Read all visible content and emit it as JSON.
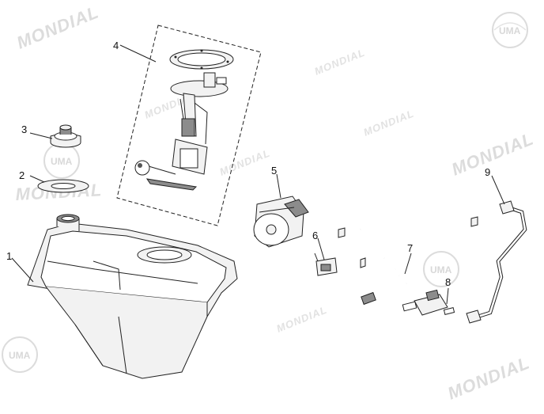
{
  "watermarks": {
    "brand": "MONDIAL",
    "logo": "UMA"
  },
  "callouts": [
    {
      "id": "1",
      "label": "1"
    },
    {
      "id": "2",
      "label": "2"
    },
    {
      "id": "3",
      "label": "3"
    },
    {
      "id": "4",
      "label": "4"
    },
    {
      "id": "5",
      "label": "5"
    },
    {
      "id": "6",
      "label": "6"
    },
    {
      "id": "7",
      "label": "7"
    },
    {
      "id": "8",
      "label": "8"
    },
    {
      "id": "9",
      "label": "9"
    }
  ]
}
